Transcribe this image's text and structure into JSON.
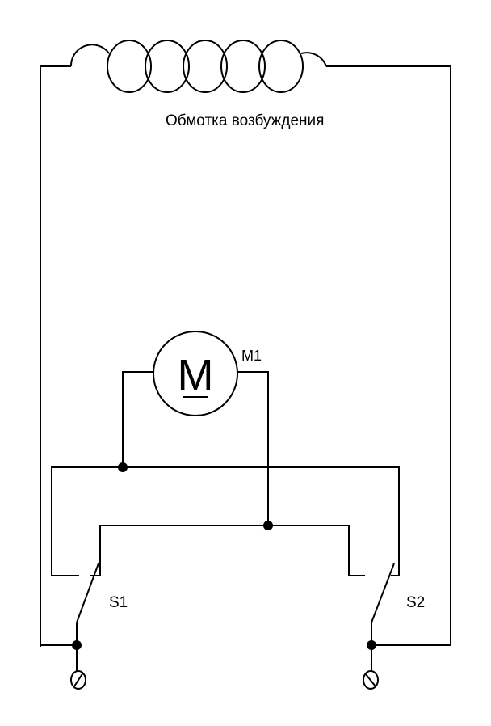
{
  "diagram": {
    "coil_label": "Обмотка возбуждения",
    "motor_symbol": "M",
    "motor_label": "M1",
    "switch1_label": "S1",
    "switch2_label": "S2"
  },
  "colors": {
    "line": "#000000",
    "background": "#ffffff"
  }
}
